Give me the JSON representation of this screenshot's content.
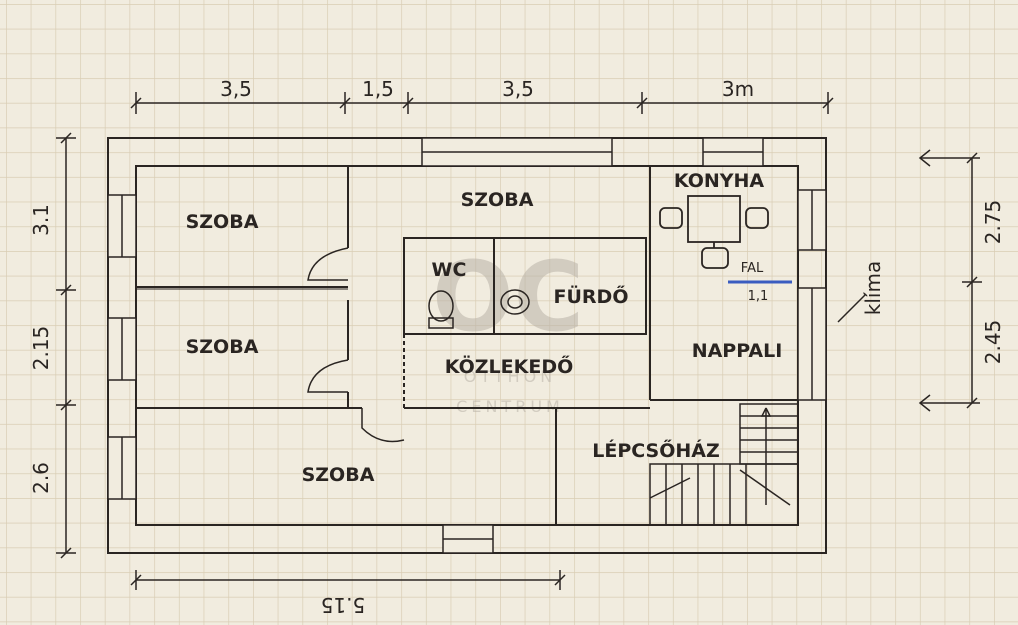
{
  "dimensions": {
    "top": [
      "3,5",
      "1,5",
      "3,5",
      "3m"
    ],
    "left": [
      "3.1",
      "2.15",
      "2.6"
    ],
    "right": [
      "2.75",
      "2.45"
    ],
    "bottom": "5.15"
  },
  "rooms": {
    "szoba_top_left": "SZOBA",
    "szoba_middle_left": "SZOBA",
    "szoba_top_center": "SZOBA",
    "szoba_bottom": "SZOBA",
    "wc": "WC",
    "furdo": "FÜRDŐ",
    "kozlekedo": "KÖZLEKEDŐ",
    "konyha": "KONYHA",
    "nappali": "NAPPALI",
    "lepcsohaz": "LÉPCSŐHÁZ"
  },
  "annotations": {
    "klima": "klíma",
    "fal": "FAL",
    "fal_value": "1,1"
  },
  "watermark": {
    "logo": "OC",
    "line1": "OTTHON",
    "line2": "CENTRUM"
  },
  "colors": {
    "paper": "#f1ecdf",
    "grid": "#d9cdb4",
    "ink": "#2a2522"
  }
}
